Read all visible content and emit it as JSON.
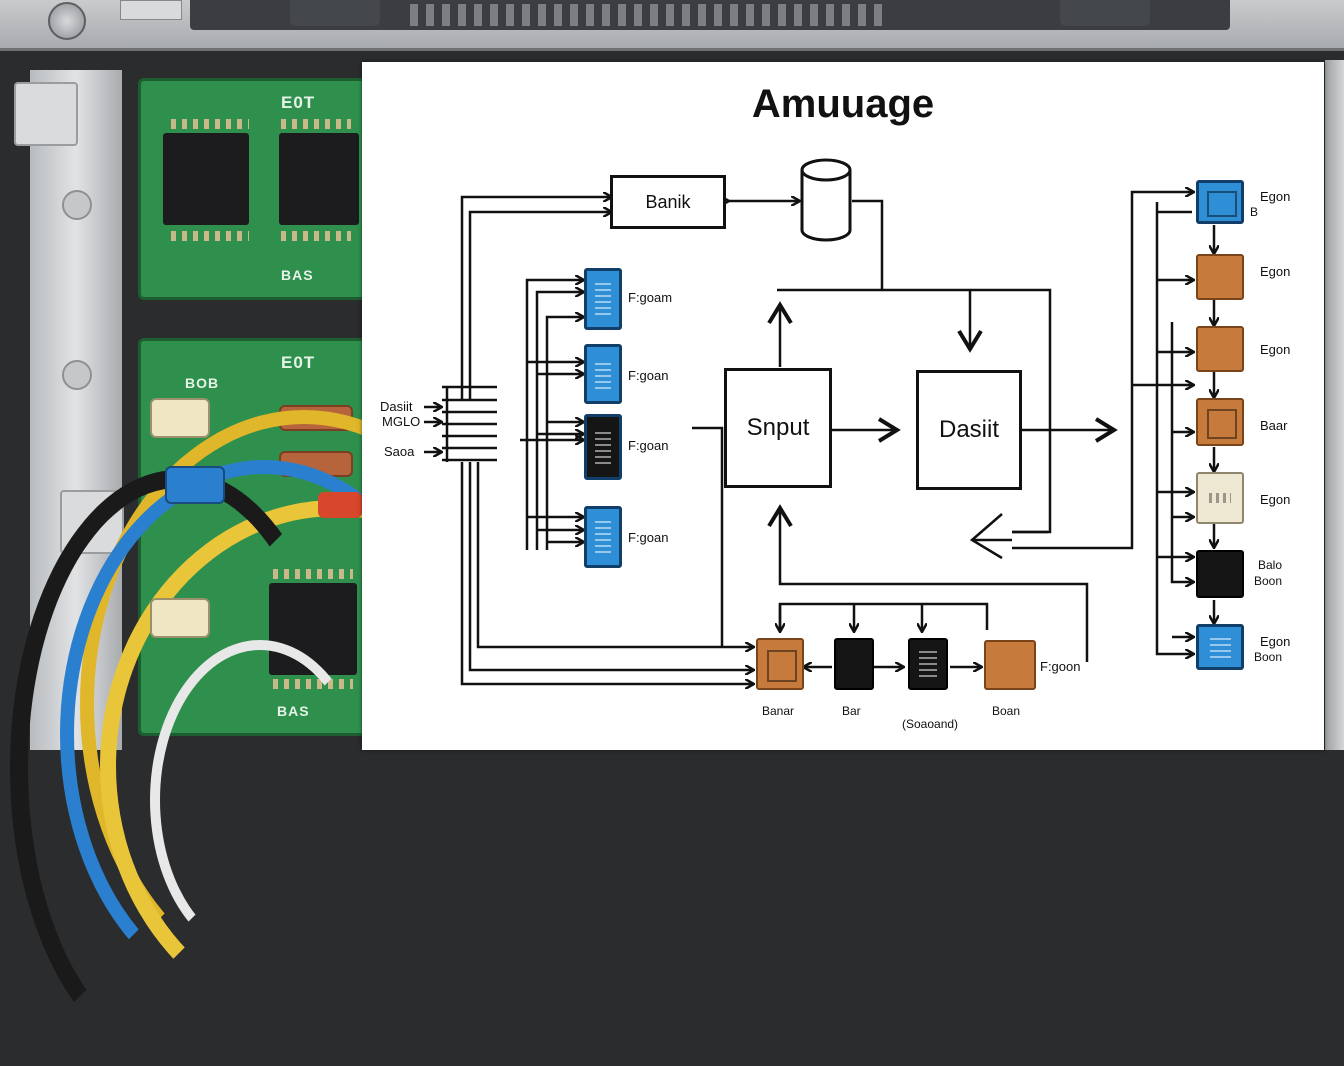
{
  "diagram": {
    "title": "Amuuage",
    "blocks": {
      "bank": "Banik",
      "input": "Snput",
      "dasit": "Dasiit"
    },
    "bus_inputs": [
      "Dasiit",
      "MGLO",
      "Saoa"
    ],
    "left_components": [
      "F:goam",
      "F:goan",
      "F:goan",
      "F:goan"
    ],
    "right_components": [
      {
        "top": "Egon",
        "sub": "B"
      },
      {
        "top": "Egon",
        "sub": ""
      },
      {
        "top": "Egon",
        "sub": ""
      },
      {
        "top": "Baar",
        "sub": ""
      },
      {
        "top": "Egon",
        "sub": ""
      },
      {
        "top": "Balo",
        "sub": "Boon"
      },
      {
        "top": "Egon",
        "sub": "Boon"
      }
    ],
    "bottom_components": [
      {
        "label": "Banar"
      },
      {
        "label": "Bar"
      },
      {
        "label": "(Soaoand)"
      },
      {
        "label": "Boan"
      }
    ],
    "bottom_right_label": "F:goon",
    "colors": {
      "blue": "#2f8fd6",
      "brown": "#c67a3c",
      "black": "#151515",
      "cream": "#eee7d2"
    }
  },
  "hardware": {
    "board_top_label": "E0T",
    "board_top_sub": "BAS",
    "board_mid_label": "E0T",
    "board_mid_sub": "BOB",
    "board_bottom_label": "BAS"
  }
}
